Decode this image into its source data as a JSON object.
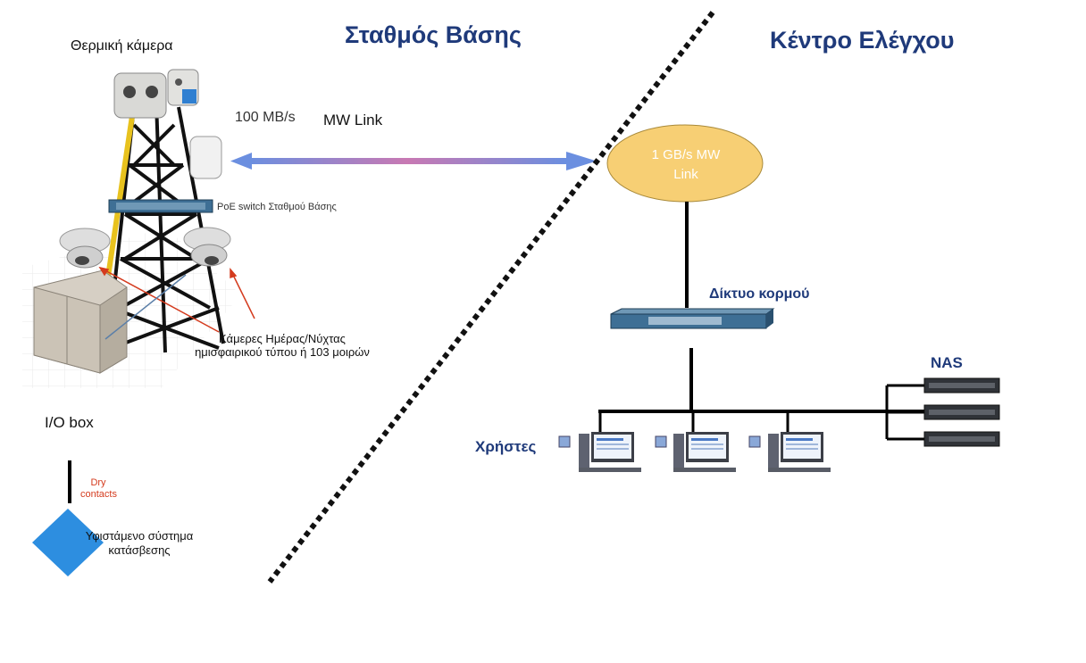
{
  "titles": {
    "left": "Σταθμός Βάσης",
    "right": "Κέντρο Ελέγχου"
  },
  "base_station": {
    "thermal_camera": "Θερμική κάμερα",
    "speed": "100 MB/s",
    "mw_link": "MW Link",
    "poe_switch": "PoE switch Σταθμού Βάσης",
    "day_night_cameras_line1": "Κάμερες Ημέρας/Νύχτας",
    "day_night_cameras_line2": "ημισφαιρικού τύπου ή 103 μοιρών",
    "io_box": "I/O box",
    "dry_contacts_line1": "Dry",
    "dry_contacts_line2": "contacts",
    "suppression_line1": "Υφιστάμενο σύστημα",
    "suppression_line2": "κατάσβεσης"
  },
  "control_center": {
    "mw_link_line1": "1 GB/s MW",
    "mw_link_line2": "Link",
    "backbone": "Δίκτυο κορμού",
    "nas": "NAS",
    "users": "Χρήστες"
  },
  "colors": {
    "title_blue": "#1f3a7a",
    "ellipse_fill": "#f7cf74",
    "link_arrow_left": "#6b8fe0",
    "link_arrow_mid": "#c879b3",
    "diamond_fill": "#2d8ee0",
    "red_annotation": "#d43b1e"
  }
}
